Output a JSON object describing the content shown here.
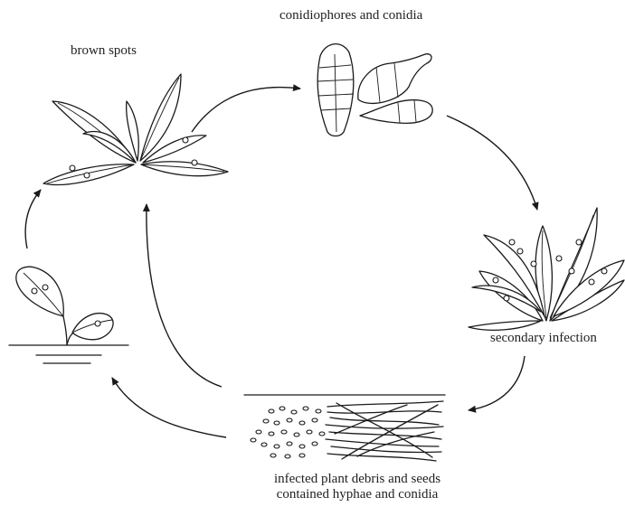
{
  "labels": {
    "brown_spots": "brown spots",
    "conidiophores": "conidiophores and conidia",
    "secondary_infection": "secondary infection",
    "debris_line1": "infected plant debris and seeds",
    "debris_line2": "contained hyphae and conidia"
  },
  "colors": {
    "ink": "#1a1a1a",
    "background": "#ffffff",
    "text": "#222222"
  }
}
